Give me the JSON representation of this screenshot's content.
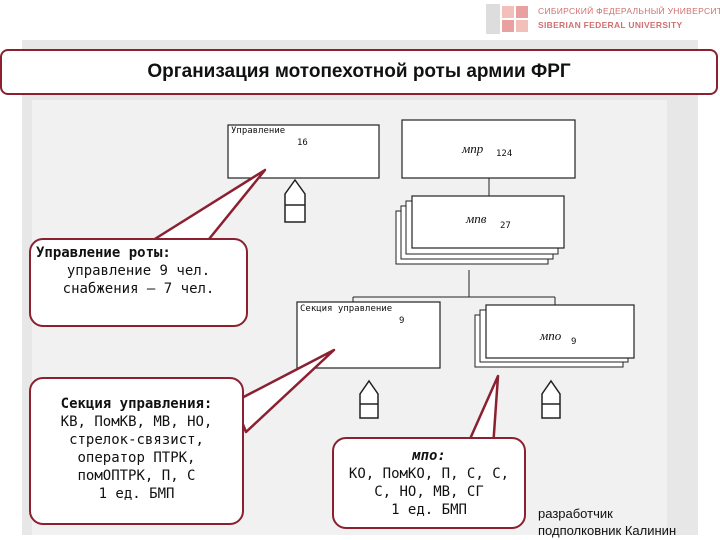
{
  "header": {
    "title": "Организация мотопехотной роты армии ФРГ",
    "university_line1": "СИБИРСКИЙ ФЕДЕРАЛЬНЫЙ УНИВЕРСИТЕТ",
    "university_line2": "SIBERIAN FEDERAL UNIVERSITY"
  },
  "nodes": {
    "management": {
      "label": "Управление",
      "count": "16"
    },
    "mpr": {
      "label": "мпр",
      "count": "124"
    },
    "mpv": {
      "label": "мпв",
      "count": "27"
    },
    "section": {
      "label": "Секция управление",
      "count": "9"
    },
    "mpo": {
      "label": "мпо",
      "count": "9"
    }
  },
  "callouts": {
    "company_management": {
      "title": "Управление роты:",
      "lines": [
        "управление 9 чел.",
        "снабжения – 7 чел."
      ]
    },
    "section_management": {
      "title": "Секция управления:",
      "lines": [
        "КВ, ПомКВ, МВ, НО,",
        "стрелок-связист,",
        "оператор ПТРК,",
        "помОПТРК, П, С",
        "1 ед. БМП"
      ]
    },
    "mpo": {
      "title": "мпо:",
      "lines": [
        "КО, ПомКО, П, С, С,",
        "С, НО, МВ, СГ",
        "1 ед. БМП"
      ]
    }
  },
  "footer": {
    "author_line1": "разработчик",
    "author_line2": "подполковник Калинин"
  },
  "colors": {
    "accent": "#8a2030",
    "logo": "#e8a0a0",
    "frame": "#e7e7e7"
  }
}
